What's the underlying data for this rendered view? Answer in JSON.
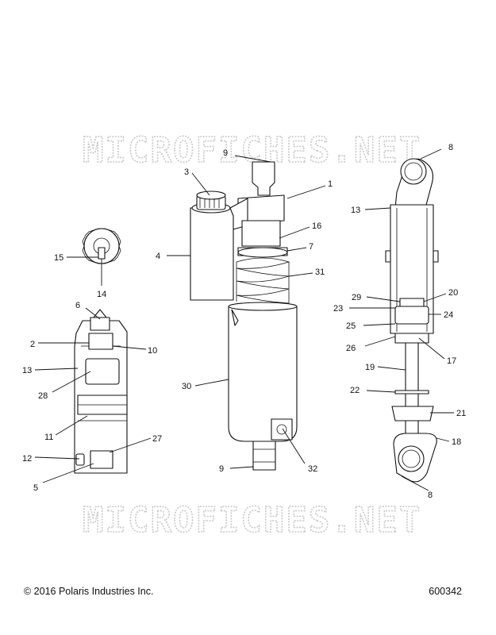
{
  "watermark": {
    "top": "MICROFICHES.NET",
    "bottom": "MICROFICHES.NET"
  },
  "footer": {
    "copyright": "© 2016 Polaris Industries Inc.",
    "doc_number": "600342"
  },
  "callouts": [
    {
      "id": "c1",
      "text": "1"
    },
    {
      "id": "c2",
      "text": "2"
    },
    {
      "id": "c3",
      "text": "3"
    },
    {
      "id": "c4",
      "text": "4"
    },
    {
      "id": "c5",
      "text": "5"
    },
    {
      "id": "c6",
      "text": "6"
    },
    {
      "id": "c7",
      "text": "7"
    },
    {
      "id": "c8a",
      "text": "8"
    },
    {
      "id": "c8b",
      "text": "8"
    },
    {
      "id": "c9a",
      "text": "9"
    },
    {
      "id": "c9b",
      "text": "9"
    },
    {
      "id": "c10",
      "text": "10"
    },
    {
      "id": "c11",
      "text": "11"
    },
    {
      "id": "c12",
      "text": "12"
    },
    {
      "id": "c13a",
      "text": "13"
    },
    {
      "id": "c13b",
      "text": "13"
    },
    {
      "id": "c14",
      "text": "14"
    },
    {
      "id": "c15",
      "text": "15"
    },
    {
      "id": "c16",
      "text": "16"
    },
    {
      "id": "c17",
      "text": "17"
    },
    {
      "id": "c18",
      "text": "18"
    },
    {
      "id": "c19",
      "text": "19"
    },
    {
      "id": "c20",
      "text": "20"
    },
    {
      "id": "c21",
      "text": "21"
    },
    {
      "id": "c22",
      "text": "22"
    },
    {
      "id": "c23",
      "text": "23"
    },
    {
      "id": "c24",
      "text": "24"
    },
    {
      "id": "c25",
      "text": "25"
    },
    {
      "id": "c26",
      "text": "26"
    },
    {
      "id": "c27",
      "text": "27"
    },
    {
      "id": "c28",
      "text": "28"
    },
    {
      "id": "c29",
      "text": "29"
    },
    {
      "id": "c30",
      "text": "30"
    },
    {
      "id": "c31",
      "text": "31"
    },
    {
      "id": "c32",
      "text": "32"
    }
  ]
}
